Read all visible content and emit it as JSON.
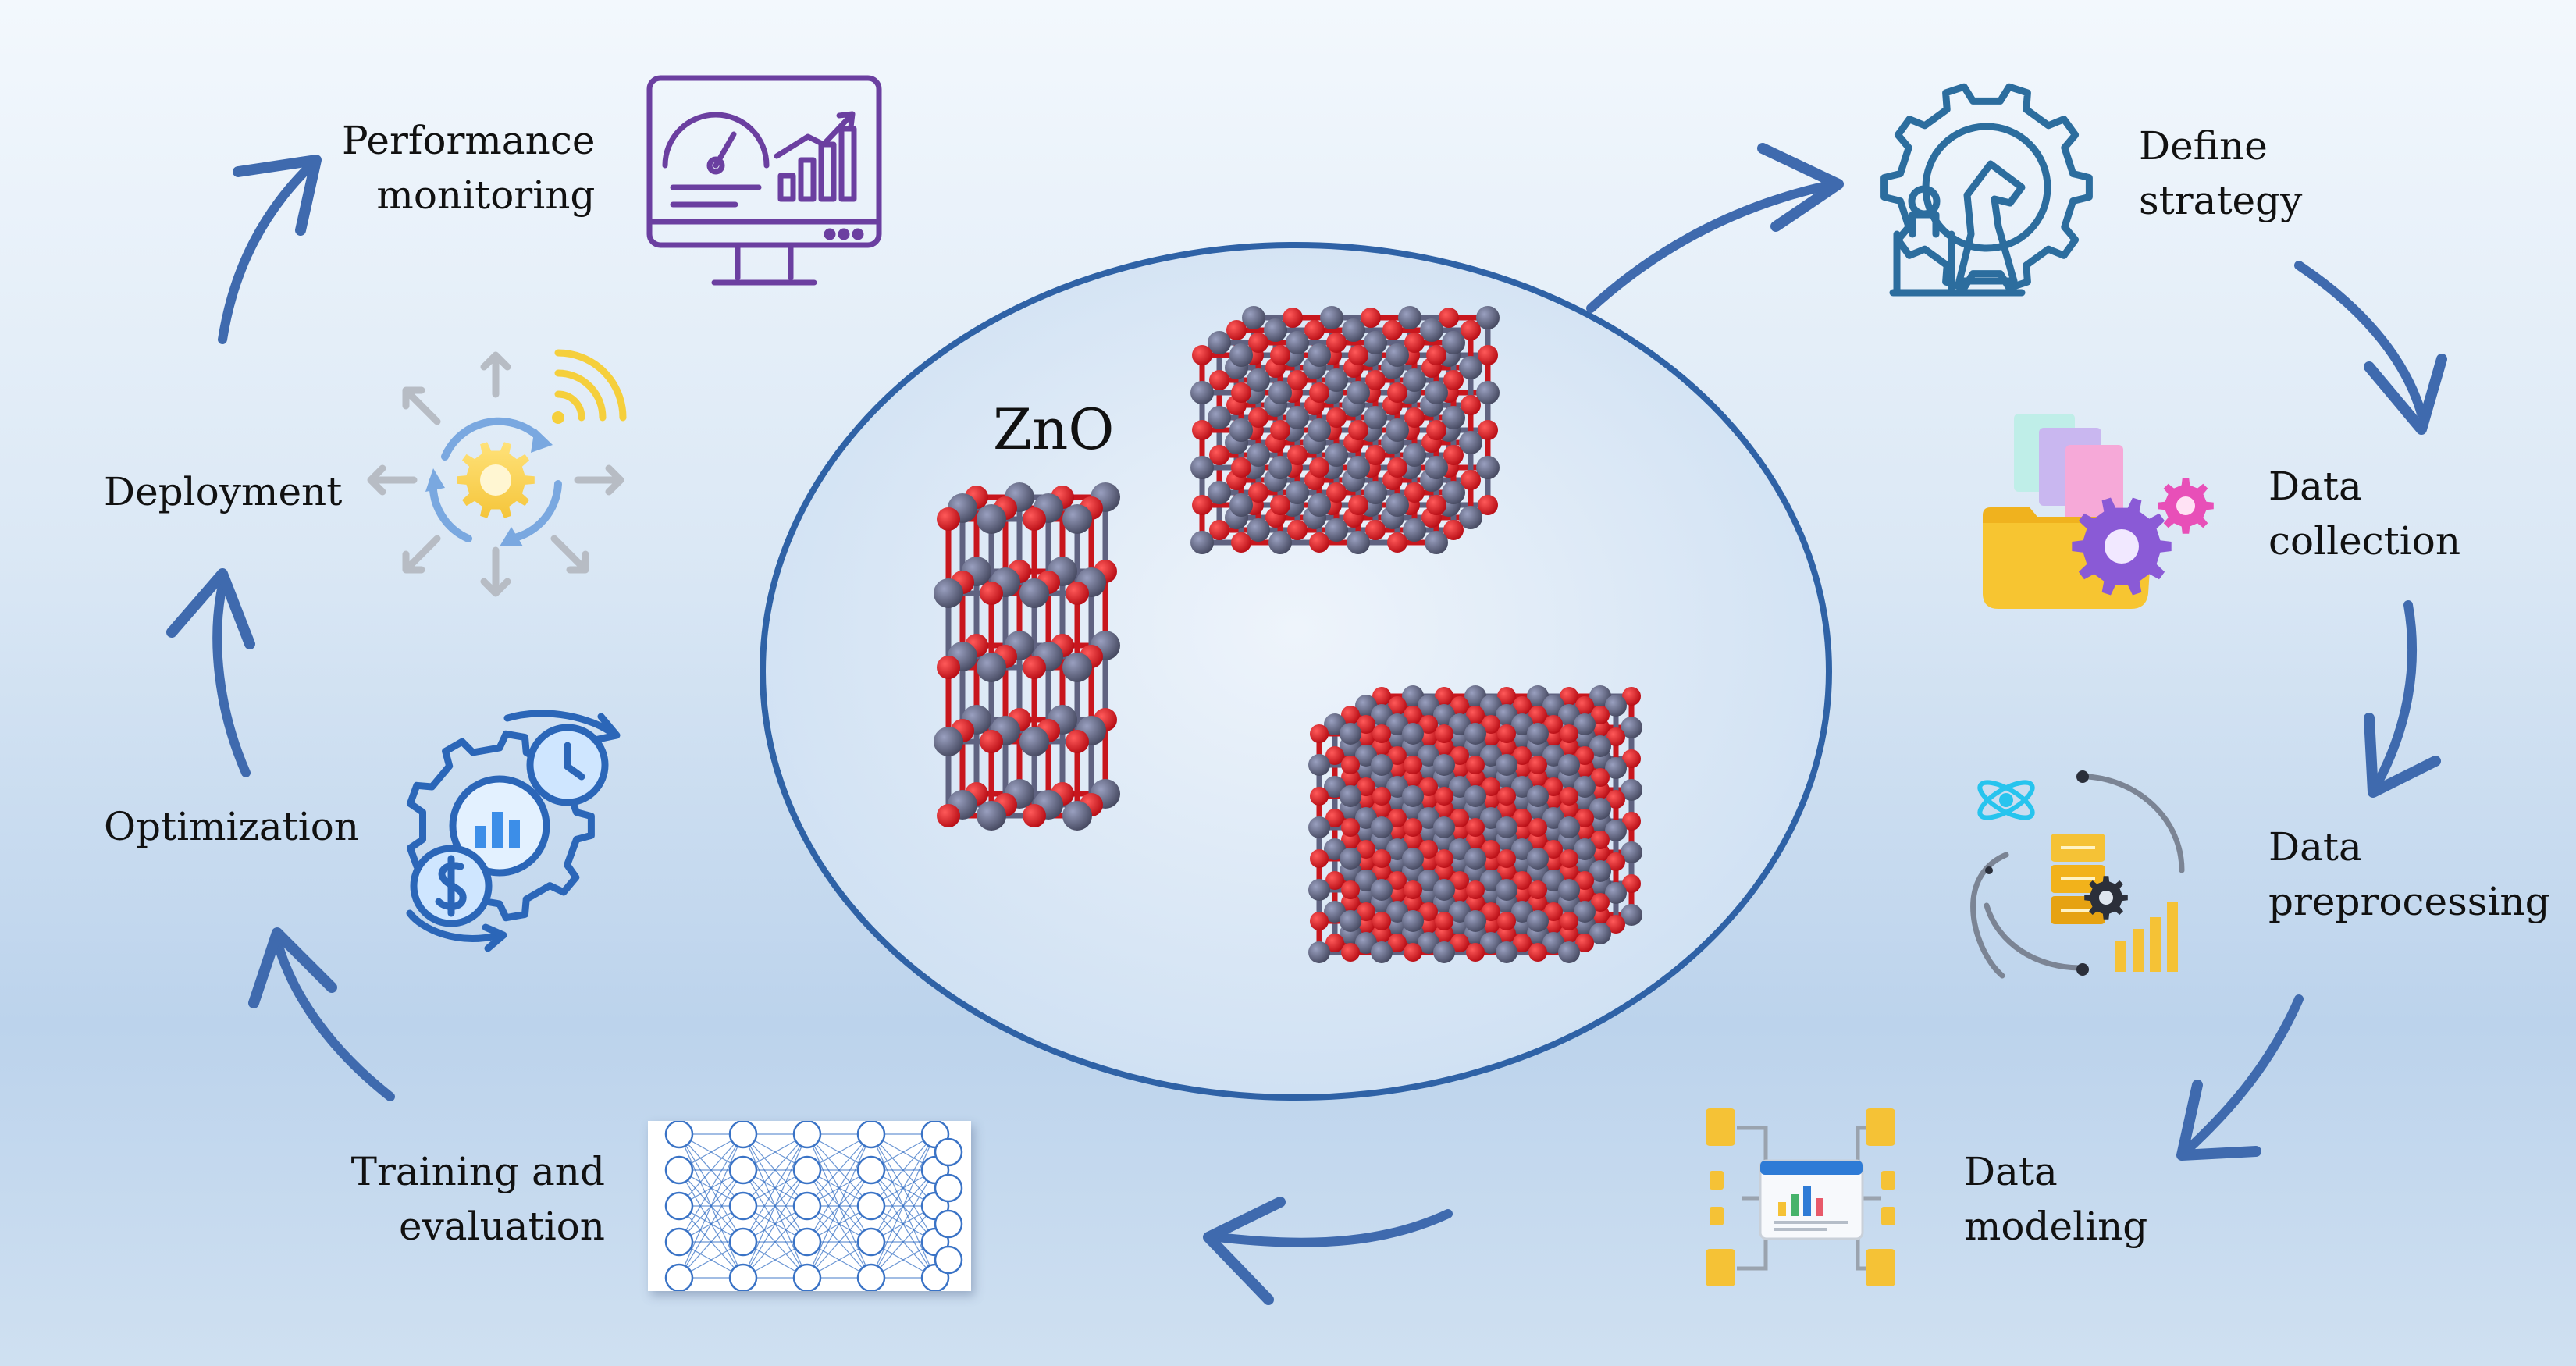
{
  "center": {
    "material_label": "ZnO"
  },
  "steps": [
    {
      "id": "define-strategy",
      "lines": [
        "Define",
        "strategy"
      ],
      "icon": "strategy-gear-chess-icon"
    },
    {
      "id": "data-collection",
      "lines": [
        "Data",
        "collection"
      ],
      "icon": "folder-documents-gears-icon"
    },
    {
      "id": "data-preprocessing",
      "lines": [
        "Data",
        "preprocessing"
      ],
      "icon": "database-process-cycle-icon"
    },
    {
      "id": "data-modeling",
      "lines": [
        "Data",
        "modeling"
      ],
      "icon": "data-modeling-network-icon"
    },
    {
      "id": "training-evaluation",
      "lines": [
        "Training and",
        "evaluation"
      ],
      "icon": "neural-network-icon"
    },
    {
      "id": "optimization",
      "lines": [
        "Optimization"
      ],
      "icon": "optimization-gear-clock-money-icon"
    },
    {
      "id": "deployment",
      "lines": [
        "Deployment"
      ],
      "icon": "deployment-gear-arrows-icon"
    },
    {
      "id": "performance-monitoring",
      "lines": [
        "Performance",
        "monitoring"
      ],
      "icon": "monitor-gauge-chart-icon"
    }
  ],
  "colors": {
    "arrow": "#3f6aae",
    "ellipse_stroke": "#2f62a6",
    "oxygen_atom": "#d0141b",
    "zinc_atom": "#5f6280",
    "cell_edge": "#58d6e6",
    "monitor_purple": "#6b3fa0",
    "strategy_blue": "#2c6d9e",
    "nn_node": "#3a73c6"
  }
}
